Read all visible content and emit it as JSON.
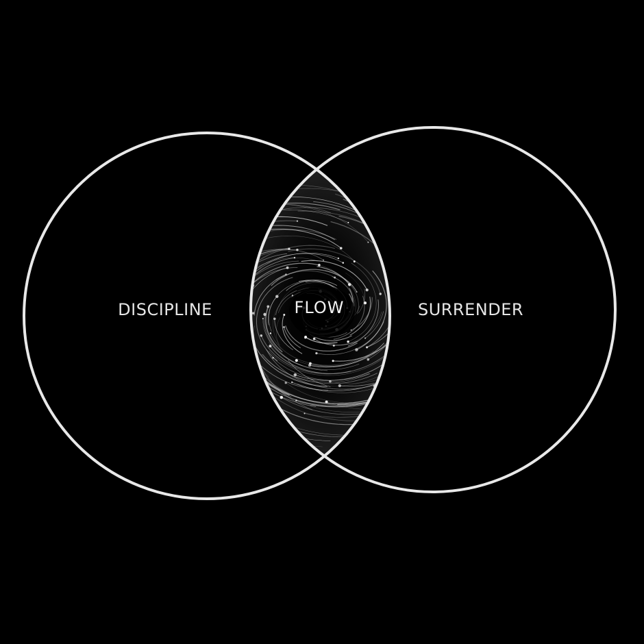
{
  "diagram": {
    "type": "venn",
    "colors": {
      "background": "#000000",
      "outline": "#e8e8e8",
      "label": "#e6e6e6",
      "swirl": "#cfcfcf"
    },
    "sets": [
      {
        "label": "DISCIPLINE"
      },
      {
        "label": "SURRENDER"
      }
    ],
    "intersection": {
      "label": "FLOW",
      "fill_style": "swirling light-trail vortex"
    }
  }
}
